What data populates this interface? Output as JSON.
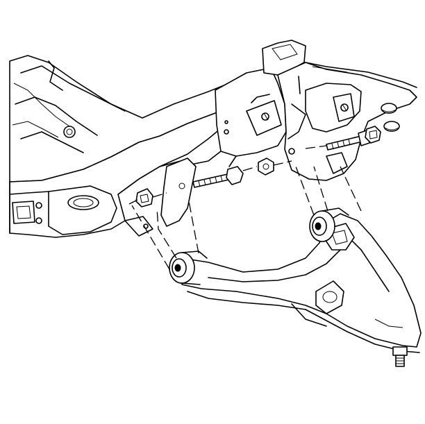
{
  "figure": {
    "description_free": true,
    "colors": {
      "line": "#000000",
      "background": "#ffffff"
    },
    "parts": [
      {
        "id": "frame-crossmember",
        "icon": "frame-rail"
      },
      {
        "id": "frame-bracket-rear",
        "icon": "bracket"
      },
      {
        "id": "frame-bracket-front",
        "icon": "bracket"
      },
      {
        "id": "lower-control-arm",
        "icon": "control-arm"
      },
      {
        "id": "bushing-front",
        "icon": "bushing"
      },
      {
        "id": "bushing-rear",
        "icon": "bushing"
      },
      {
        "id": "ball-joint-stud",
        "icon": "ball-joint"
      },
      {
        "id": "bolt-front",
        "icon": "bolt"
      },
      {
        "id": "bolt-rear",
        "icon": "bolt"
      },
      {
        "id": "nut-front",
        "icon": "nut"
      },
      {
        "id": "nut-rear",
        "icon": "nut"
      },
      {
        "id": "cam-washer",
        "icon": "washer"
      },
      {
        "id": "frame-plug-1",
        "icon": "plug"
      },
      {
        "id": "frame-plug-2",
        "icon": "plug"
      }
    ]
  }
}
